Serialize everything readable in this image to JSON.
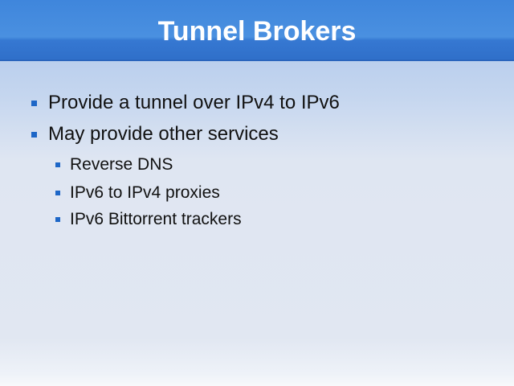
{
  "slide": {
    "title": "Tunnel Brokers",
    "bullets": [
      {
        "text": "Provide a tunnel over IPv4 to IPv6",
        "level": 1
      },
      {
        "text": "May provide other services",
        "level": 1
      },
      {
        "text": "Reverse DNS",
        "level": 2
      },
      {
        "text": "IPv6 to IPv4 proxies",
        "level": 2
      },
      {
        "text": "IPv6 Bittorrent trackers",
        "level": 2
      }
    ]
  },
  "colors": {
    "title_bar": "#3a7fd8",
    "title_text": "#ffffff",
    "bullet_marker": "#1d66c7",
    "body_text": "#111111",
    "background_top": "#a9c4ea",
    "background_bottom": "#e1e7f2"
  }
}
